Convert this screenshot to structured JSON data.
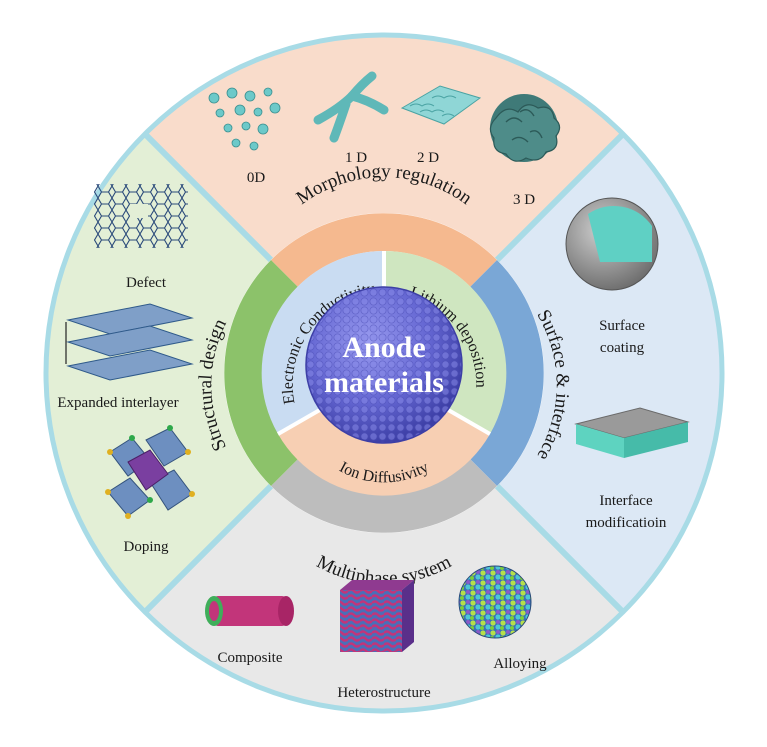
{
  "center": {
    "line1": "Anode",
    "line2": "materials"
  },
  "inner_ring": {
    "top_left": "Electronic Conductivity",
    "top_right": "Lithium deposition",
    "bottom": "Ion Diffusivity"
  },
  "middle_ring": {
    "top": "Morphology regulation",
    "left": "Structural design",
    "right": "Surface & interface",
    "bottom": "Multiphase system"
  },
  "outer": {
    "morphology": {
      "items": [
        "0D",
        "1 D",
        "2 D",
        "3 D"
      ]
    },
    "structural": {
      "items": [
        "Defect",
        "Expanded interlayer",
        "Doping"
      ]
    },
    "surface": {
      "items": [
        "Surface",
        "coating",
        "Interface",
        "modificatioin"
      ]
    },
    "multiphase": {
      "items": [
        "Composite",
        "Heterostructure",
        "Alloying"
      ]
    }
  },
  "colors": {
    "morphology_bg": "#f9dccb",
    "structural_bg": "#e3efd6",
    "surface_bg": "#dce8f5",
    "multiphase_bg": "#e8e8e8",
    "divider": "#a8dbe6",
    "sphere": "#6f71d8"
  }
}
